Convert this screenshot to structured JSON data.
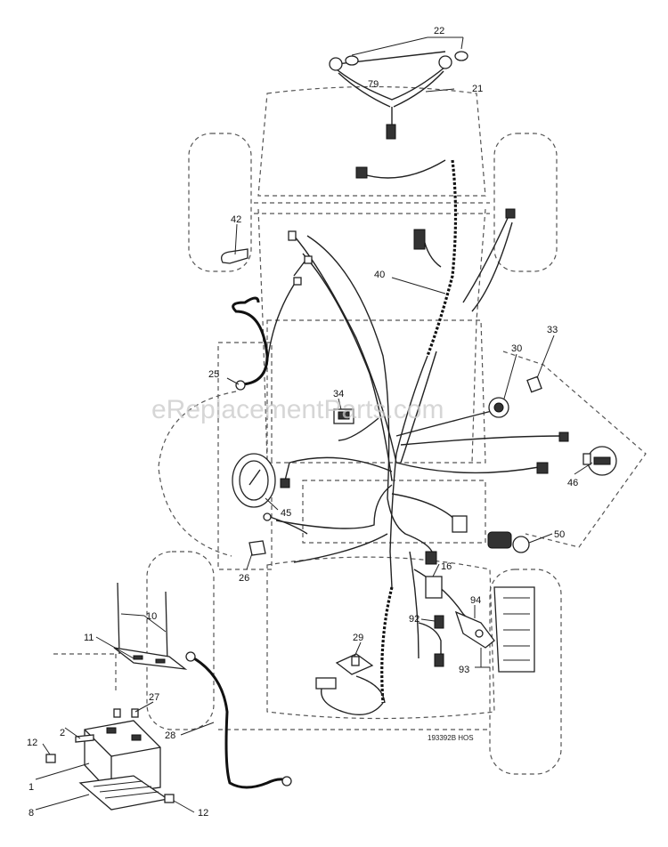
{
  "watermark": "eReplacementParts.com",
  "drawing_code": "193392B HOS",
  "parts": [
    {
      "id": "22",
      "label": "22"
    },
    {
      "id": "79",
      "label": "79"
    },
    {
      "id": "21",
      "label": "21"
    },
    {
      "id": "42",
      "label": "42"
    },
    {
      "id": "40",
      "label": "40"
    },
    {
      "id": "33",
      "label": "33"
    },
    {
      "id": "30",
      "label": "30"
    },
    {
      "id": "25",
      "label": "25"
    },
    {
      "id": "34",
      "label": "34"
    },
    {
      "id": "46",
      "label": "46"
    },
    {
      "id": "45",
      "label": "45"
    },
    {
      "id": "50",
      "label": "50"
    },
    {
      "id": "26",
      "label": "26"
    },
    {
      "id": "16",
      "label": "16"
    },
    {
      "id": "10",
      "label": "10"
    },
    {
      "id": "11",
      "label": "11"
    },
    {
      "id": "94",
      "label": "94"
    },
    {
      "id": "92",
      "label": "92"
    },
    {
      "id": "29",
      "label": "29"
    },
    {
      "id": "93",
      "label": "93"
    },
    {
      "id": "27",
      "label": "27"
    },
    {
      "id": "28",
      "label": "28"
    },
    {
      "id": "12a",
      "label": "12"
    },
    {
      "id": "2",
      "label": "2"
    },
    {
      "id": "1",
      "label": "1"
    },
    {
      "id": "8",
      "label": "8"
    },
    {
      "id": "12b",
      "label": "12"
    }
  ]
}
